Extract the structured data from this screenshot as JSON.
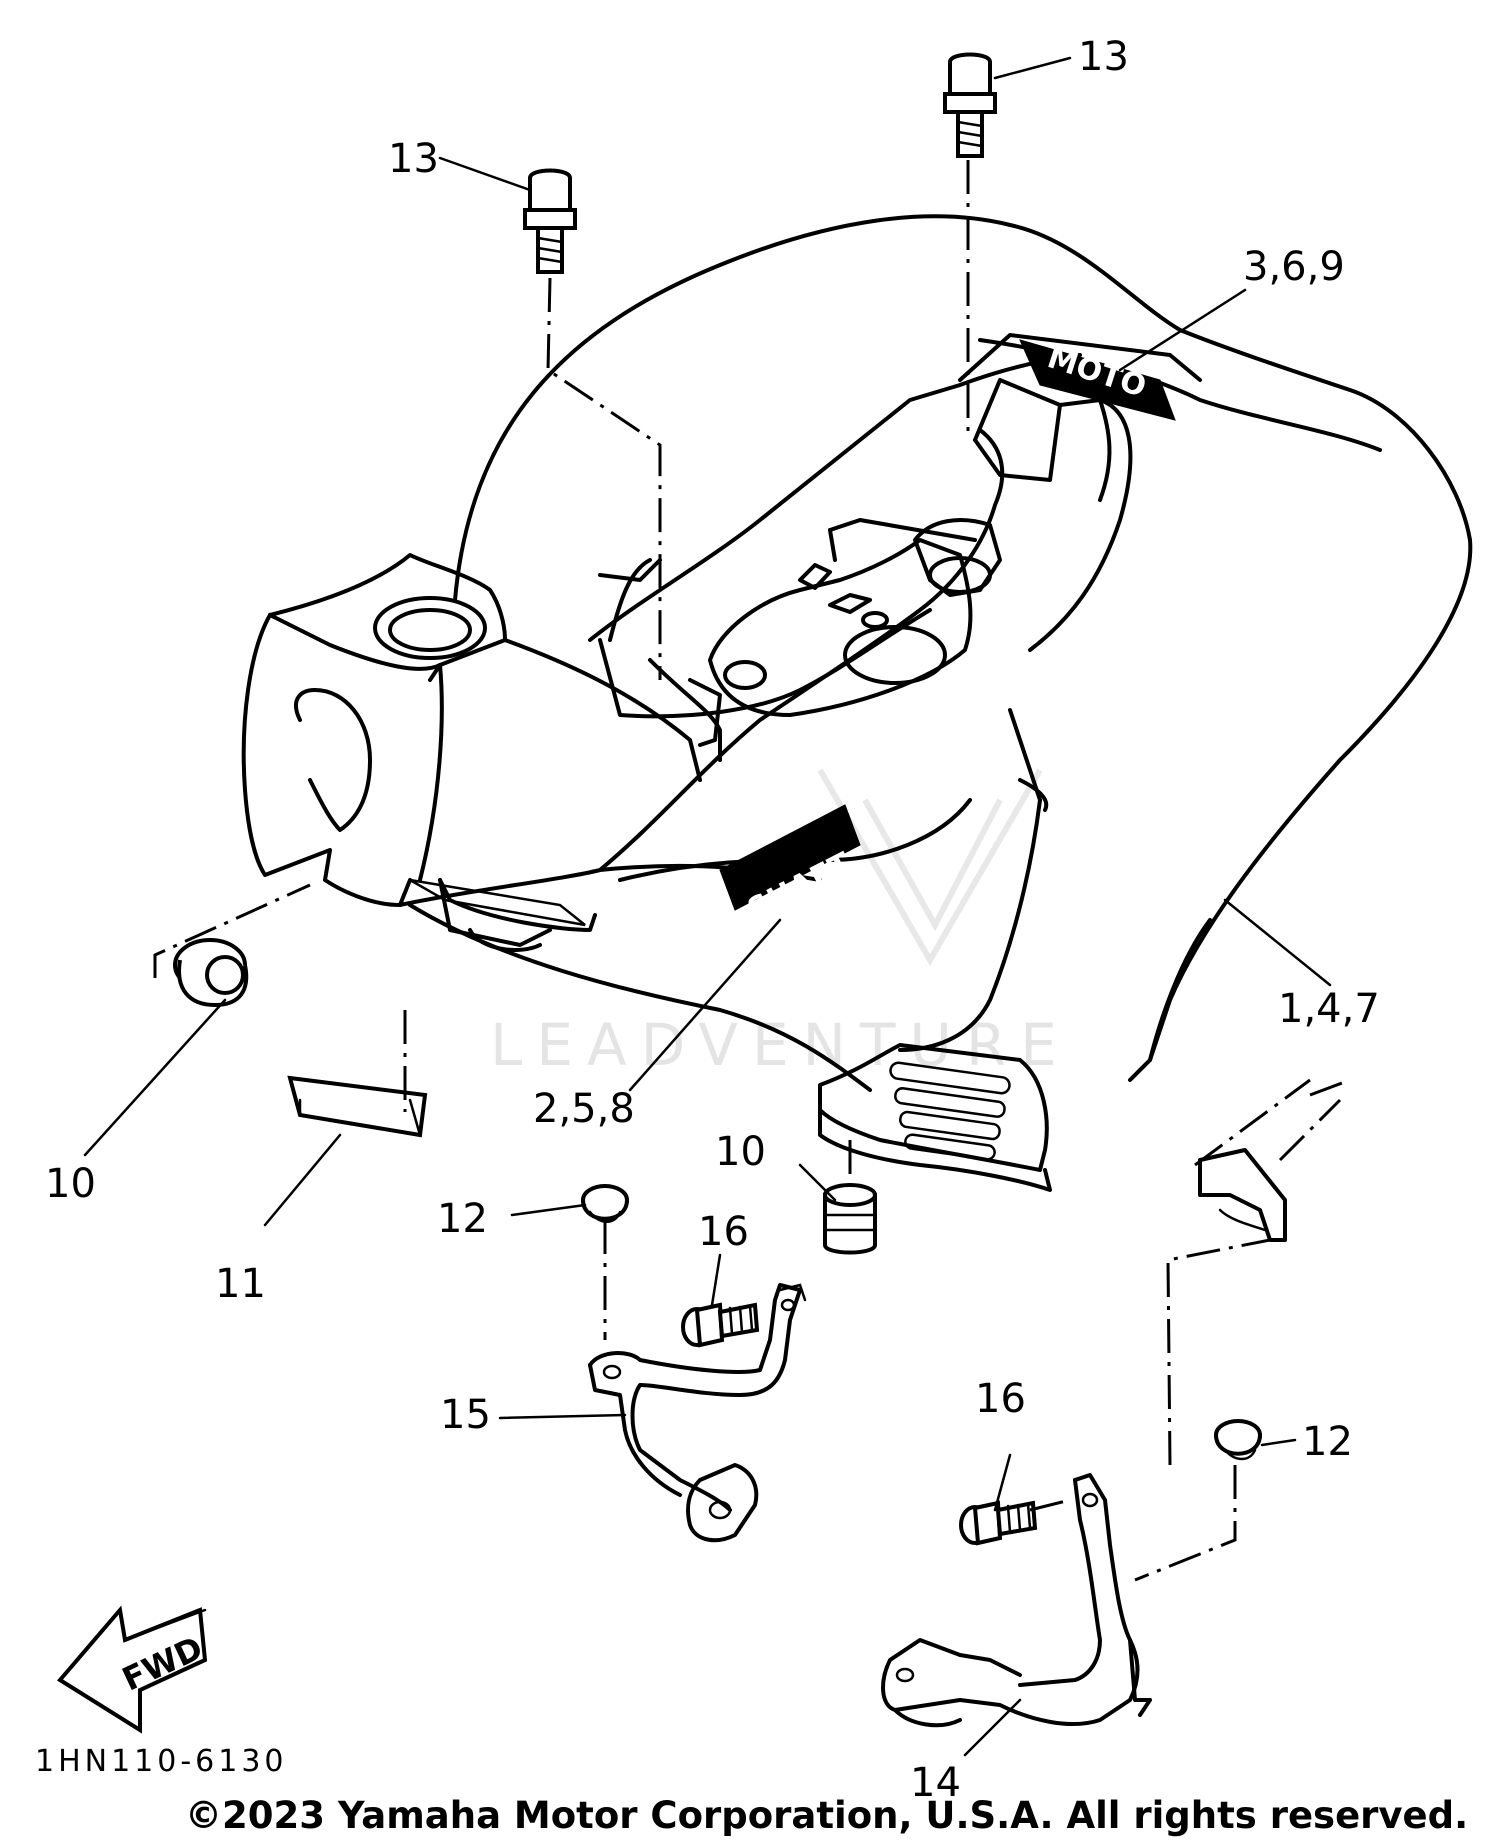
{
  "diagram_code": "1HN110-6130",
  "copyright": "©2023 Yamaha Motor Corporation, U.S.A. All rights reserved.",
  "watermark": "LEADVENTURE",
  "fwd_label": "FWD",
  "decals": {
    "shaft": "SHAFT",
    "moto": "MOTO"
  },
  "callouts": {
    "c13a": "13",
    "c13b": "13",
    "c369": "3,6,9",
    "c147": "1,4,7",
    "c258": "2,5,8",
    "c10a": "10",
    "c10b": "10",
    "c11": "11",
    "c12a": "12",
    "c12b": "12",
    "c16a": "16",
    "c16b": "16",
    "c15": "15",
    "c14": "14"
  }
}
